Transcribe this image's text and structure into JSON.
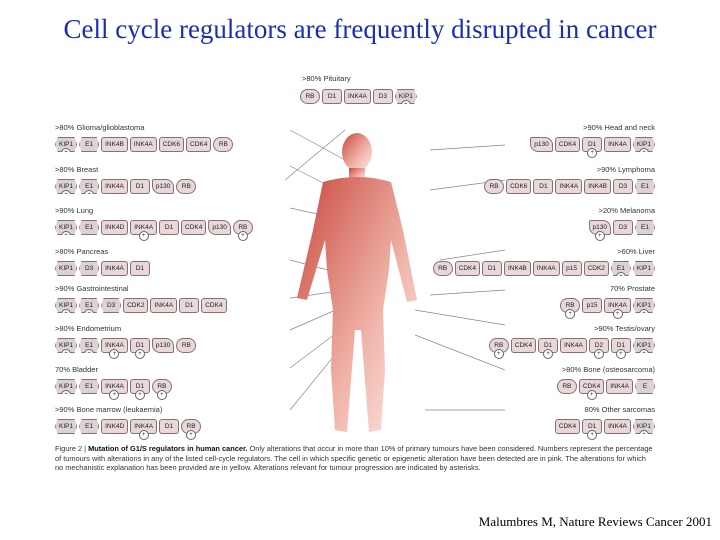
{
  "title": "Cell cycle regulators are frequently disrupted in cancer",
  "citation": "Malumbres M, Nature Reviews Cancer 2001",
  "groups": {
    "pituitary": {
      "label": ">80% Pituitary",
      "chips": [
        "RB",
        "D1",
        "INK4A",
        "D3",
        "KIP1"
      ]
    },
    "glioma": {
      "label": ">80% Glioma/glioblastoma",
      "chips": [
        "KIP1",
        "E1",
        "INK4B",
        "INK4A",
        "CDK6",
        "CDK4",
        "RB"
      ]
    },
    "breast": {
      "label": ">80% Breast",
      "chips": [
        "KIP1",
        "E1",
        "INK4A",
        "D1",
        "p130",
        "RB"
      ]
    },
    "lung": {
      "label": ">90% Lung",
      "chips": [
        "KIP1",
        "E1",
        "INK4D",
        "INK4A",
        "D1",
        "CDK4",
        "p130",
        "RB"
      ]
    },
    "pancreas": {
      "label": ">80% Pancreas",
      "chips": [
        "KIP1",
        "D3",
        "INK4A",
        "D1"
      ]
    },
    "gastro": {
      "label": ">90% Gastrointestinal",
      "chips": [
        "KIP1",
        "E1",
        "D3",
        "CDK2",
        "INK4A",
        "D1",
        "CDK4"
      ]
    },
    "endometrium": {
      "label": ">80% Endometrium",
      "chips": [
        "KIP1",
        "E1",
        "INK4A",
        "D1",
        "p130",
        "RB"
      ]
    },
    "bladder": {
      "label": "70% Bladder",
      "chips": [
        "KIP1",
        "E1",
        "INK4A",
        "D1",
        "RB"
      ]
    },
    "bonemarrow": {
      "label": ">90% Bone marrow (leukaemia)",
      "chips": [
        "KIP1",
        "E1",
        "INK4D",
        "INK4A",
        "D1",
        "RB"
      ]
    },
    "headneck": {
      "label": ">90% Head and neck",
      "chips": [
        "p130",
        "CDK4",
        "D1",
        "INK4A",
        "KIP1"
      ]
    },
    "lymphoma": {
      "label": ">90% Lymphoma",
      "chips": [
        "RB",
        "CDK6",
        "D1",
        "INK4A",
        "INK4B",
        "D3",
        "E1"
      ]
    },
    "melanoma": {
      "label": ">20% Melanoma",
      "chips": [
        "p130",
        "D3",
        "E1"
      ]
    },
    "liver": {
      "label": ">60% Liver",
      "chips": [
        "RB",
        "CDK4",
        "D1",
        "INK4B",
        "INK4A",
        "p15",
        "CDK2",
        "E1",
        "KIP1"
      ]
    },
    "prostate": {
      "label": "70% Prostate",
      "chips": [
        "RB",
        "p15",
        "INK4A",
        "KIP1"
      ]
    },
    "testis": {
      "label": ">90% Testis/ovary",
      "chips": [
        "RB",
        "CDK4",
        "D1",
        "INK4A",
        "D2",
        "D1",
        "KIP1"
      ]
    },
    "bone": {
      "label": ">80% Bone (osteosarcoma)",
      "chips": [
        "RB",
        "CDK4",
        "INK4A",
        "E"
      ]
    },
    "sarcomas": {
      "label": "80% Other sarcomas",
      "chips": [
        "CDK4",
        "D1",
        "INK4A",
        "KIP1"
      ]
    }
  },
  "caption": {
    "figno": "Figure 2 | ",
    "bold": "Mutation of G1/S regulators in human cancer.",
    "text": " Only alterations that occur in more than 10% of primary tumours have been considered. Numbers represent the percentage of tumours with alterations in any of the listed cell-cycle regulators. The cell in which specific genetic or epigenetic alteration have been detected are in pink. The alterations for which no mechanistic explanation has been provided are in yellow. Alterations relevant for tumour progression are indicated by asterisks."
  },
  "colors": {
    "title": "#1a2fb0",
    "body_fill": "#d9685e",
    "chip_fill": "#e8d8da"
  }
}
